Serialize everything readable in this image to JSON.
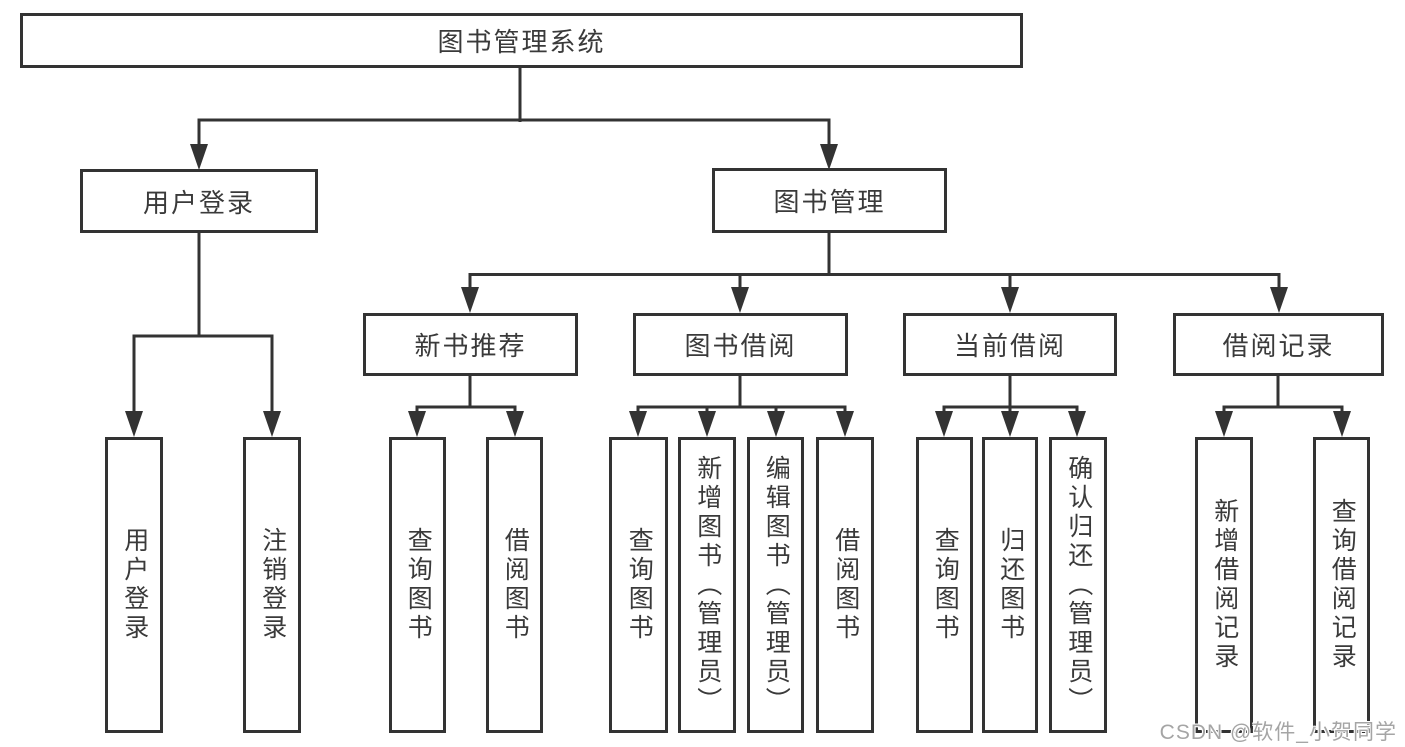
{
  "title": {
    "label": "图书管理系统"
  },
  "level2": [
    {
      "id": "user-login",
      "label": "用户登录"
    },
    {
      "id": "book-management",
      "label": "图书管理"
    }
  ],
  "level3": [
    {
      "id": "new-book-recommend",
      "label": "新书推荐"
    },
    {
      "id": "book-borrowing",
      "label": "图书借阅"
    },
    {
      "id": "current-borrowing",
      "label": "当前借阅"
    },
    {
      "id": "borrowing-records",
      "label": "借阅记录"
    }
  ],
  "leaves": {
    "user_login": [
      "用户登录",
      "注销登录"
    ],
    "new_book": [
      "查询图书",
      "借阅图书"
    ],
    "borrowing": [
      "查询图书",
      "新增图书（管理员）",
      "编辑图书（管理员）",
      "借阅图书"
    ],
    "current": [
      "查询图书",
      "归还图书",
      "确认归还（管理员）"
    ],
    "records": [
      "新增借阅记录",
      "查询借阅记录"
    ]
  },
  "watermark": "CSDN @软件_小贺同学",
  "colors": {
    "line": "#333333",
    "text": "#3a3a3a",
    "watermark": "#a5a5a5",
    "background": "#ffffff"
  }
}
